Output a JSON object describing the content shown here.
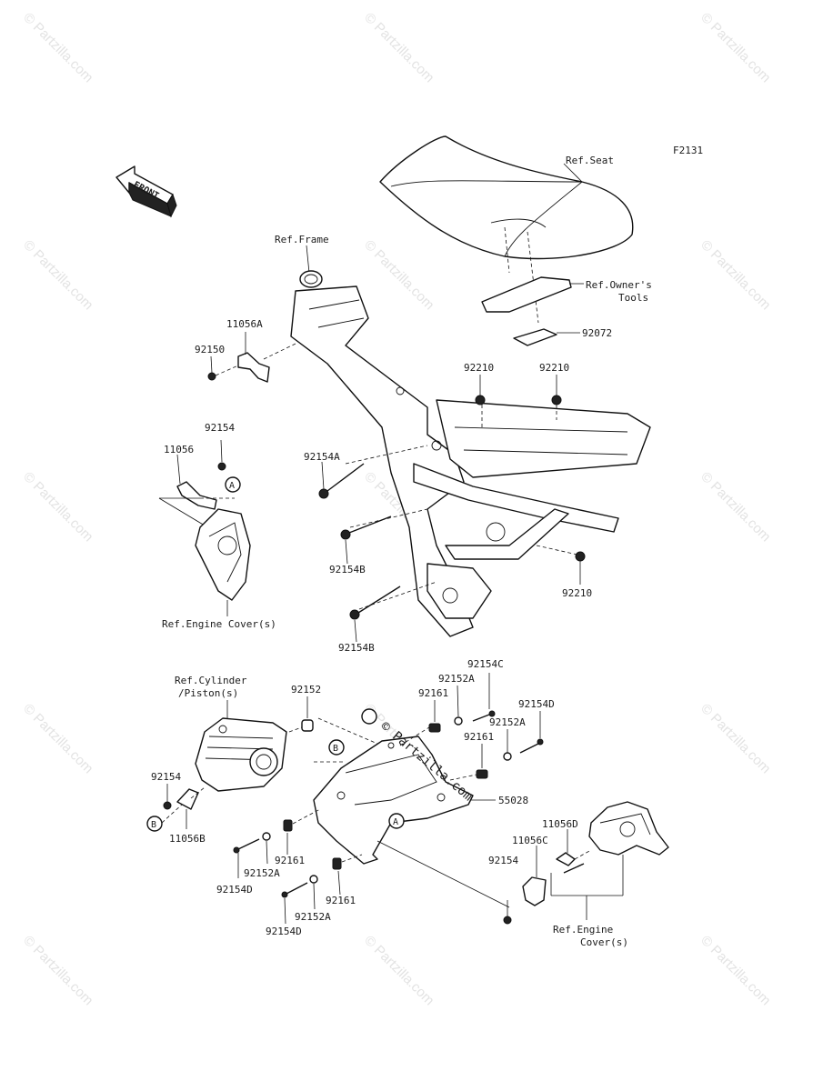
{
  "diagram_code": "F2131",
  "front_arrow_label": "FRONT",
  "watermark_text": "© Partzilla.com",
  "callout_A": "A",
  "callout_B": "B",
  "labels": {
    "ref_seat": "Ref.Seat",
    "ref_frame": "Ref.Frame",
    "ref_owners_tools_1": "Ref.Owner's",
    "ref_owners_tools_2": "Tools",
    "p92072": "92072",
    "p11056A": "11056A",
    "p92150": "92150",
    "p92210_a": "92210",
    "p92210_b": "92210",
    "p92210_c": "92210",
    "p92154_top": "92154",
    "p11056": "11056",
    "p92154A": "92154A",
    "p92154B_a": "92154B",
    "p92154B_b": "92154B",
    "ref_engine_cover_left": "Ref.Engine Cover(s)",
    "ref_cylinder_1": "Ref.Cylinder",
    "ref_cylinder_2": "/Piston(s)",
    "p92152": "92152",
    "p92161_a": "92161",
    "p92152A_a": "92152A",
    "p92154C": "92154C",
    "p92154D_a": "92154D",
    "p92152A_b": "92152A",
    "p92161_b": "92161",
    "p55028": "55028",
    "p92154_left": "92154",
    "p11056B": "11056B",
    "p92161_c": "92161",
    "p92152A_c": "92152A",
    "p92154D_b": "92154D",
    "p92161_d": "92161",
    "p92152A_d": "92152A",
    "p92154D_c": "92154D",
    "p11056D": "11056D",
    "p11056C": "11056C",
    "p92154_right": "92154",
    "ref_engine_cover_right_1": "Ref.Engine",
    "ref_engine_cover_right_2": "Cover(s)"
  }
}
